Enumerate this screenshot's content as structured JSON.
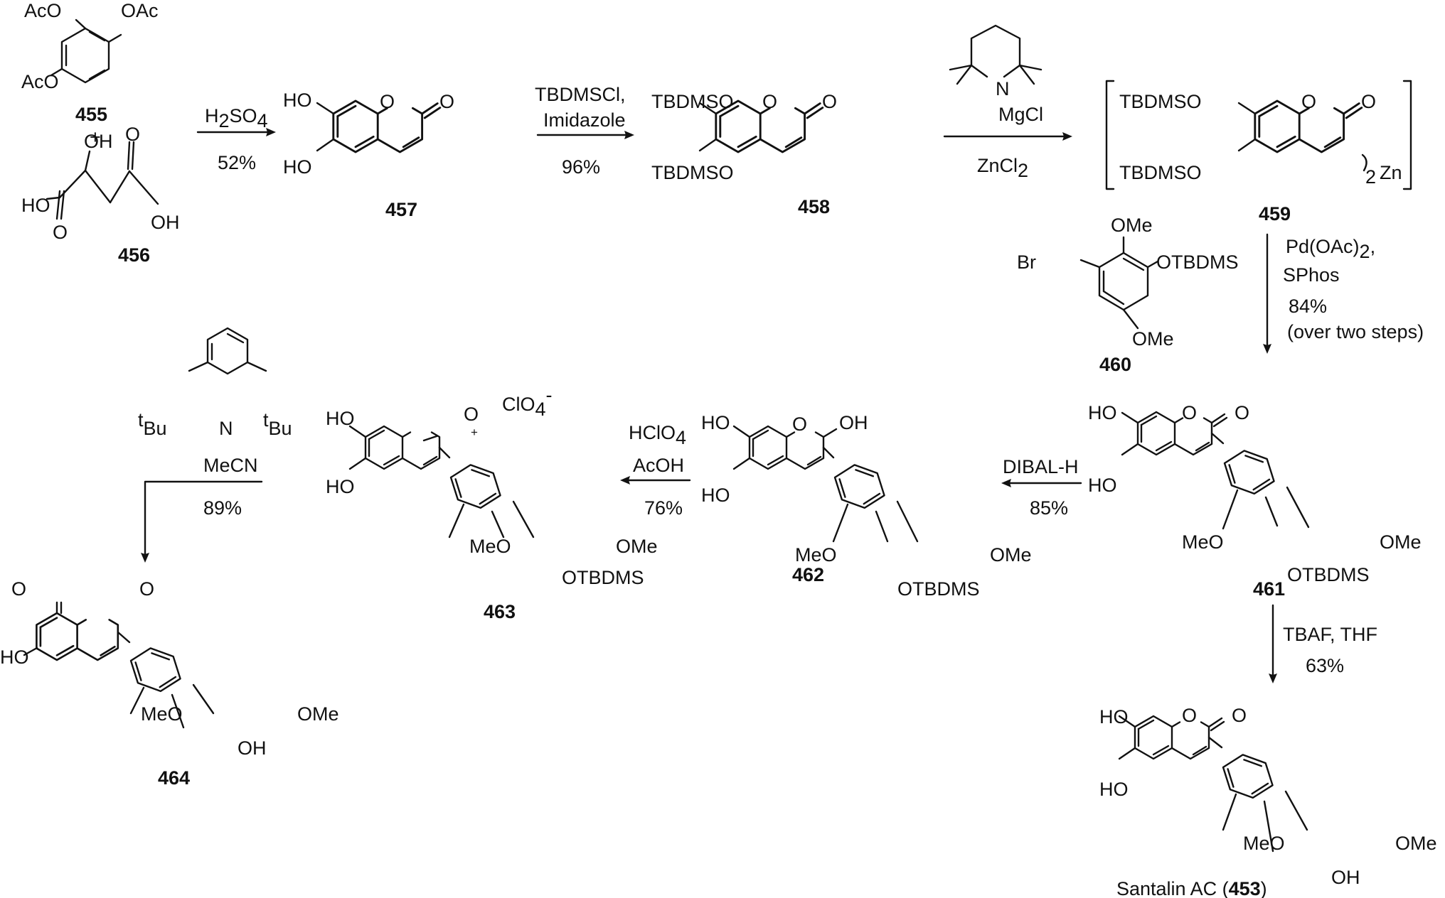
{
  "compounds": {
    "c455": {
      "number": "455",
      "sub1": "AcO",
      "sub2": "OAc",
      "sub3": "AcO"
    },
    "plus": "+",
    "c456": {
      "number": "456",
      "oh": "OH",
      "ho": "HO",
      "oh2": "OH",
      "o1": "O",
      "o2": "O"
    },
    "c457": {
      "number": "457",
      "ho1": "HO",
      "ho2": "HO",
      "o_ring": "O",
      "o_carbonyl": "O"
    },
    "c458": {
      "number": "458",
      "sub1": "TBDMSO",
      "sub2": "TBDMSO",
      "o_ring": "O",
      "o_carbonyl": "O"
    },
    "c459": {
      "number": "459",
      "sub1": "TBDMSO",
      "sub2": "TBDMSO",
      "o_ring": "O",
      "o_carbonyl": "O",
      "sub_two": "2",
      "zn": "Zn"
    },
    "c460": {
      "number": "460",
      "br": "Br",
      "ome1": "OMe",
      "otbdms": "OTBDMS",
      "ome2": "OMe"
    },
    "c461": {
      "number": "461",
      "ho1": "HO",
      "ho2": "HO",
      "o_ring": "O",
      "o_carbonyl": "O",
      "meo": "MeO",
      "ome": "OMe",
      "otbdms": "OTBDMS"
    },
    "c462": {
      "number": "462",
      "ho1": "HO",
      "ho2": "HO",
      "o_ring": "O",
      "oh": "OH",
      "meo": "MeO",
      "ome": "OMe",
      "otbdms": "OTBDMS"
    },
    "c463": {
      "number": "463",
      "ho1": "HO",
      "ho2": "HO",
      "o_ring": "O",
      "plus": "+",
      "counterion": "ClO",
      "counterion_sub": "4",
      "counterion_sup": "-",
      "meo": "MeO",
      "ome": "OMe",
      "otbdms": "OTBDMS"
    },
    "c464": {
      "number": "464",
      "o_carbonyl": "O",
      "o_ring": "O",
      "ho": "HO",
      "meo": "MeO",
      "ome": "OMe",
      "oh": "OH"
    },
    "c453": {
      "name": "Santalin AC (",
      "number": "453",
      "close": ")",
      "ho1": "HO",
      "ho2": "HO",
      "o_ring": "O",
      "o_carbonyl": "O",
      "meo": "MeO",
      "ome": "OMe",
      "oh": "OH"
    }
  },
  "reagents": {
    "tmp_base": {
      "n": "N",
      "mg": "MgCl"
    },
    "pyridine_base": {
      "n": "N",
      "tbu_sup": "t",
      "tbu": "Bu"
    }
  },
  "steps": {
    "s1": {
      "reagent_main": "H",
      "reagent_sub": "2",
      "reagent_rest": "SO",
      "reagent_sub2": "4",
      "yield": "52%"
    },
    "s2": {
      "reagent1": "TBDMSCl,",
      "reagent2": "Imidazole",
      "yield": "96%"
    },
    "s3": {
      "reagent_main": "ZnCl",
      "reagent_sub": "2"
    },
    "s4": {
      "reagent1_main": "Pd(OAc)",
      "reagent1_sub": "2",
      "reagent1_end": ",",
      "reagent2": "SPhos",
      "yield": "84%",
      "note": "(over two steps)"
    },
    "s5": {
      "reagent": "DIBAL-H",
      "yield": "85%"
    },
    "s6": {
      "reagent1_main": "HClO",
      "reagent1_sub": "4",
      "reagent2": "AcOH",
      "yield": "76%"
    },
    "s7": {
      "reagent": "MeCN",
      "yield": "89%"
    },
    "s8": {
      "reagent": "TBAF, THF",
      "yield": "63%"
    }
  }
}
